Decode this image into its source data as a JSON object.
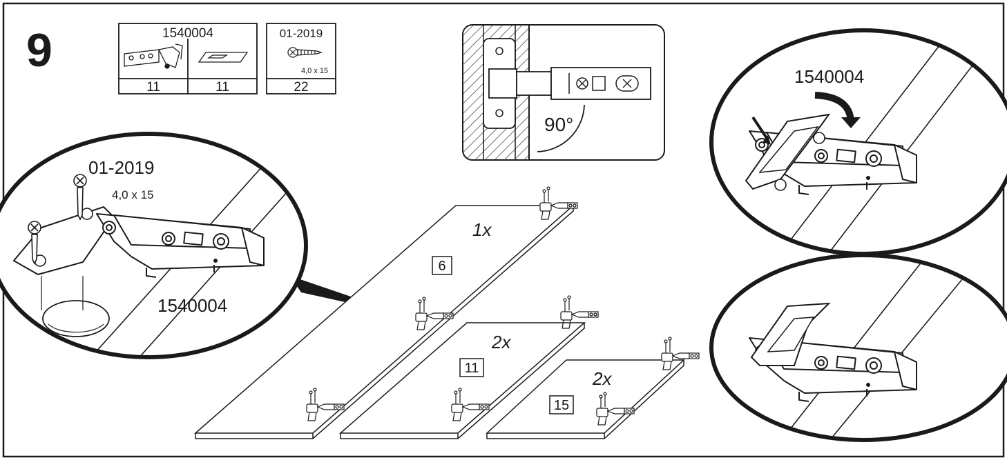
{
  "step": {
    "number": "9"
  },
  "parts": [
    {
      "code": "1540004",
      "items": [
        {
          "name": "hinge",
          "qty": "11"
        },
        {
          "name": "mounting-plate",
          "qty": "11"
        }
      ]
    },
    {
      "code": "01-2019",
      "size": "4,0 x 15",
      "items": [
        {
          "name": "screw",
          "qty": "22"
        }
      ]
    }
  ],
  "angle_detail": {
    "label": "90°"
  },
  "detail_left": {
    "screw_code": "01-2019",
    "screw_size": "4,0 x 15",
    "hinge_code": "1540004"
  },
  "detail_right_top": {
    "hinge_code": "1540004"
  },
  "doors": [
    {
      "qty": "1x",
      "panel": "6"
    },
    {
      "qty": "2x",
      "panel": "11"
    },
    {
      "qty": "2x",
      "panel": "15"
    }
  ],
  "colors": {
    "line": "#1a1a1a",
    "hatch": "#333333",
    "background": "#ffffff"
  }
}
